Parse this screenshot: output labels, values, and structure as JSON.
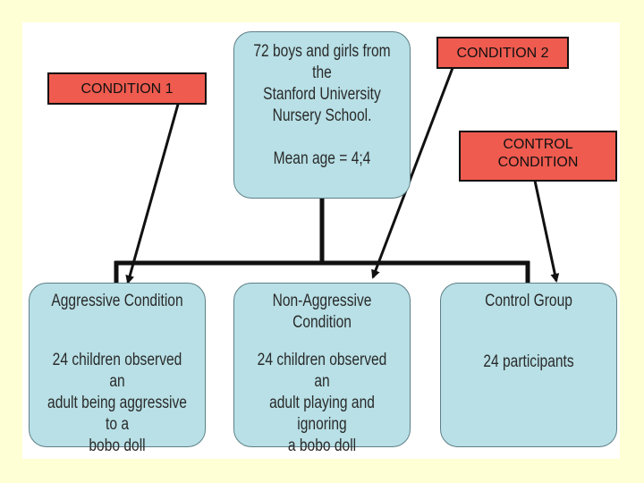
{
  "top_box": {
    "line1": "72 boys and girls from the",
    "line2": "Stanford University",
    "line3": "Nursery School.",
    "mean_age": "Mean age = 4;4"
  },
  "groups": [
    {
      "title": "Aggressive Condition",
      "line1": "24 children observed an",
      "line2": "adult being aggressive to a",
      "line3": "bobo doll"
    },
    {
      "title": "Non-Aggressive Condition",
      "line1": "24 children observed an",
      "line2": "adult playing and ignoring",
      "line3": "a bobo doll"
    },
    {
      "title": "Control Group",
      "line1": "24 participants"
    }
  ],
  "labels": {
    "condition1": "CONDITION 1",
    "condition2": "CONDITION 2",
    "control_line1": "CONTROL",
    "control_line2": "CONDITION"
  },
  "colors": {
    "background": "#ffffd5",
    "box_fill": "#b8e0e6",
    "label_fill": "#ef5b4f"
  }
}
